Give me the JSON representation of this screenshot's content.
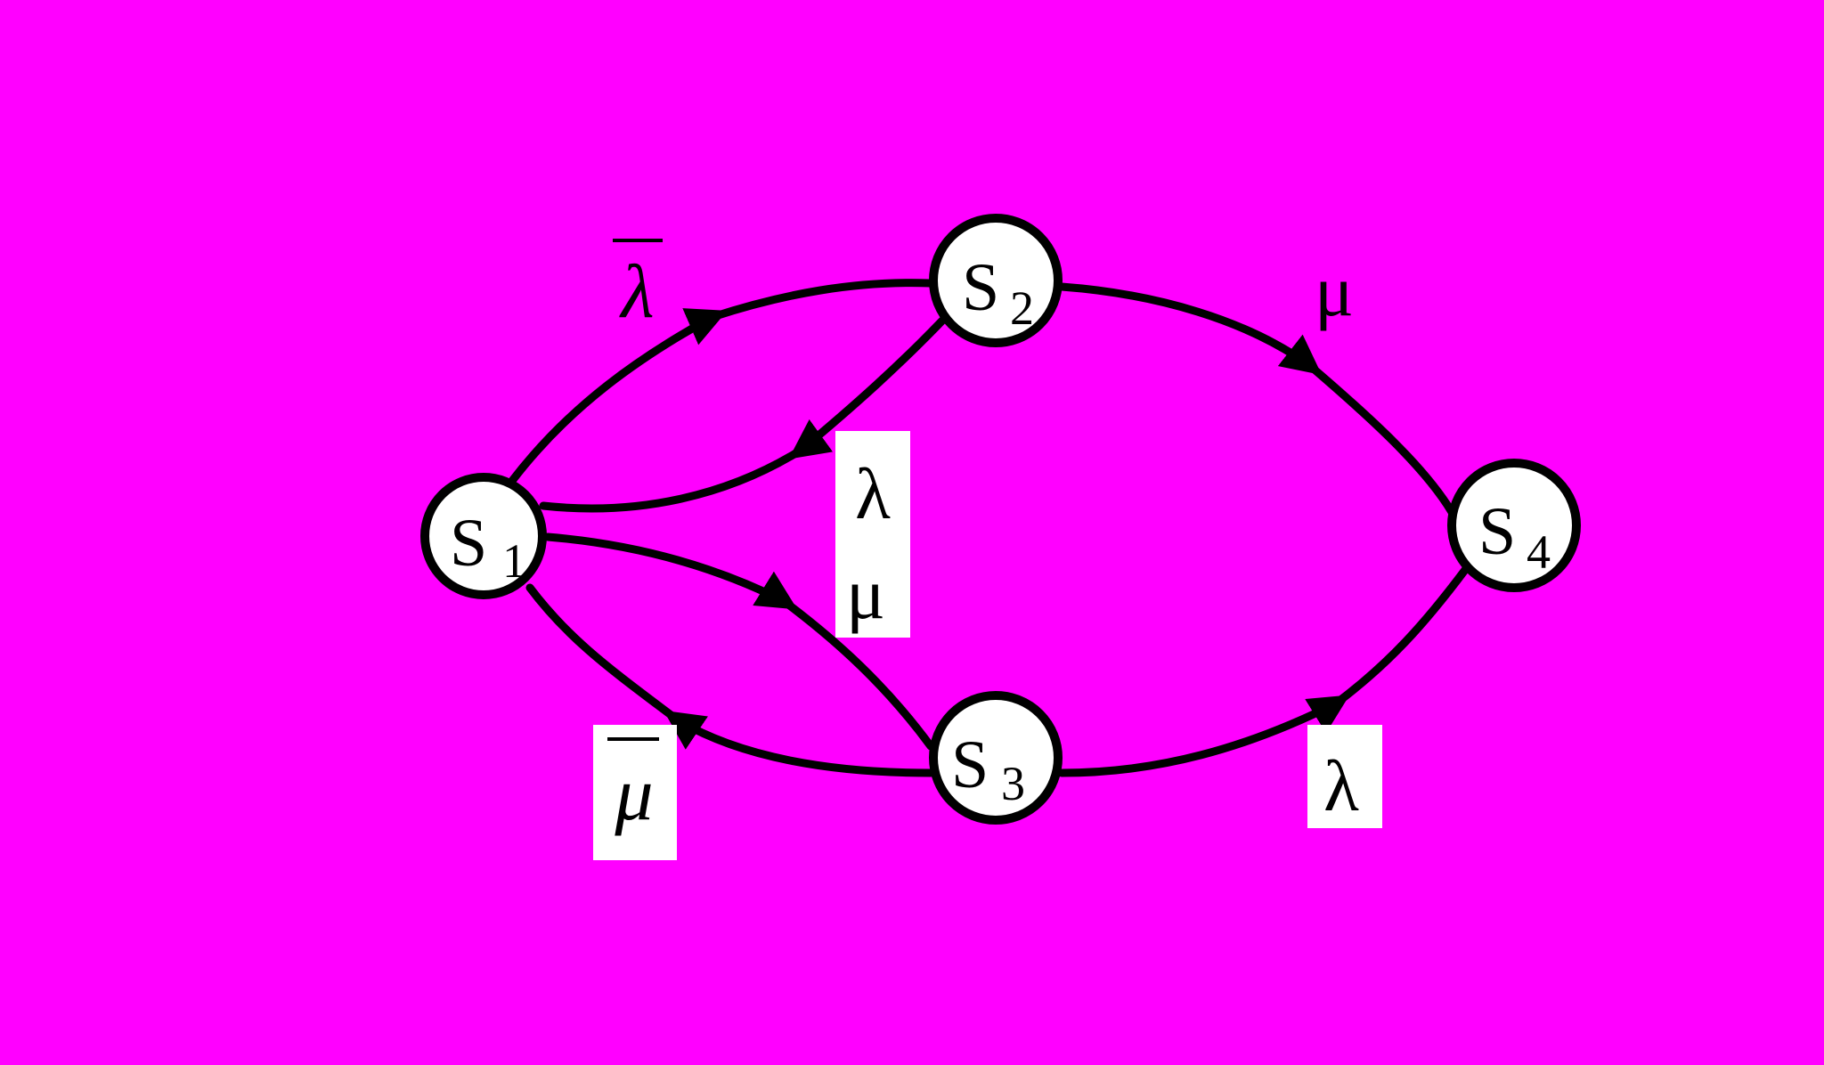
{
  "colors": {
    "background": "#ff00ff",
    "stroke": "#000000",
    "node_fill": "#ffffff",
    "label_box": "#ffffff"
  },
  "nodes": [
    {
      "id": "S1",
      "letter": "S",
      "sub": "1"
    },
    {
      "id": "S2",
      "letter": "S",
      "sub": "2"
    },
    {
      "id": "S3",
      "letter": "S",
      "sub": "3"
    },
    {
      "id": "S4",
      "letter": "S",
      "sub": "4"
    }
  ],
  "edges": [
    {
      "from": "S1",
      "to": "S2",
      "label": "λ",
      "overline": true
    },
    {
      "from": "S2",
      "to": "S1",
      "label": "λ"
    },
    {
      "from": "S1",
      "to": "S3",
      "label": "μ"
    },
    {
      "from": "S3",
      "to": "S1",
      "label": "μ",
      "overline": true
    },
    {
      "from": "S2",
      "to": "S4",
      "label": "μ"
    },
    {
      "from": "S3",
      "to": "S4",
      "label": "λ"
    }
  ]
}
